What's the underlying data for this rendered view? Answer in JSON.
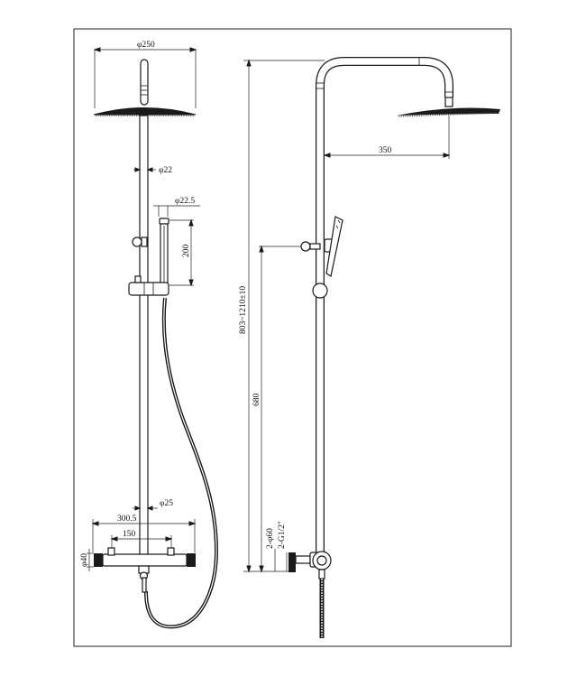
{
  "front_view": {
    "head_diameter": "φ250",
    "arm_diameter": "φ22",
    "handshower_diameter": "φ22.5",
    "slider_travel": "200",
    "riser_diameter": "φ25",
    "body_width": "300.5",
    "inlet_spacing": "150",
    "body_diameter": "φ40"
  },
  "side_view": {
    "head_projection": "350",
    "total_height": "803~1210±10",
    "holder_height": "680",
    "flange_diameter": "2-φ60",
    "inlet_thread": "2-G1/2\""
  }
}
